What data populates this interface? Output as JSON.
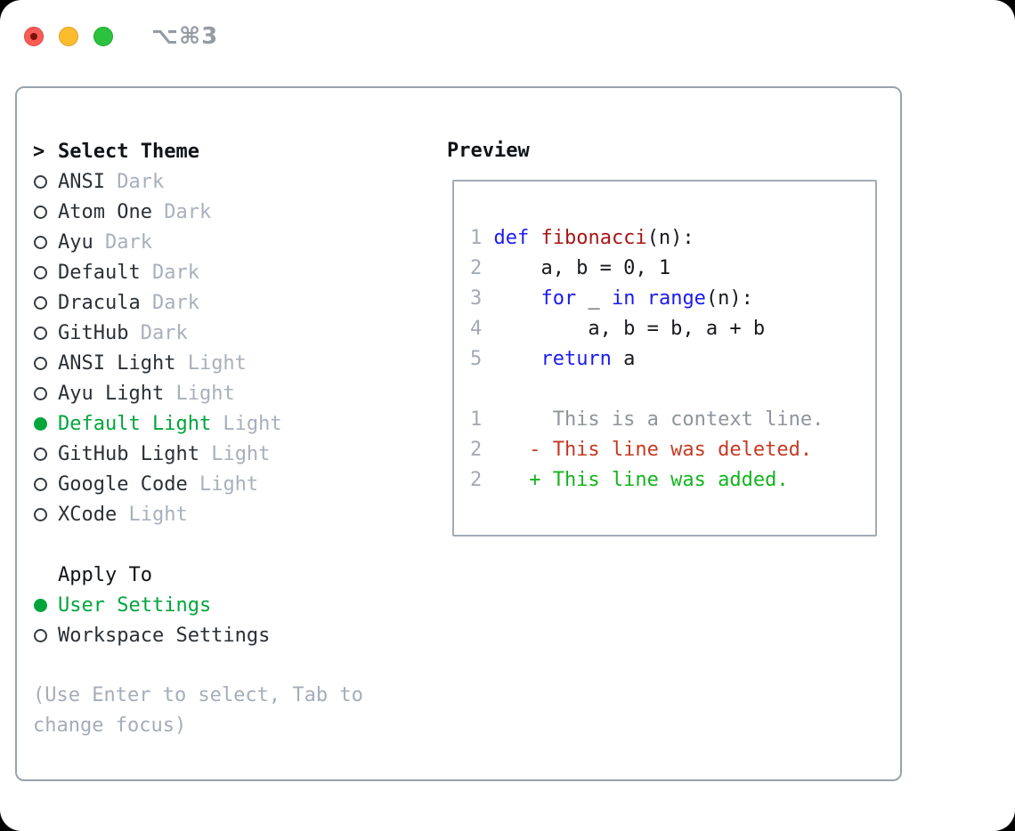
{
  "window": {
    "title": "⌥⌘3",
    "traffic_lights": {
      "close": "close-button",
      "minimize": "minimize-button",
      "zoom": "zoom-button"
    }
  },
  "theme_selector": {
    "pointer": ">",
    "header": "Select Theme",
    "items": [
      {
        "name": "ANSI",
        "variant": "Dark",
        "selected": false
      },
      {
        "name": "Atom One",
        "variant": "Dark",
        "selected": false
      },
      {
        "name": "Ayu",
        "variant": "Dark",
        "selected": false
      },
      {
        "name": "Default",
        "variant": "Dark",
        "selected": false
      },
      {
        "name": "Dracula",
        "variant": "Dark",
        "selected": false
      },
      {
        "name": "GitHub",
        "variant": "Dark",
        "selected": false
      },
      {
        "name": "ANSI Light",
        "variant": "Light",
        "selected": false
      },
      {
        "name": "Ayu Light",
        "variant": "Light",
        "selected": false
      },
      {
        "name": "Default Light",
        "variant": "Light",
        "selected": true
      },
      {
        "name": "GitHub Light",
        "variant": "Light",
        "selected": false
      },
      {
        "name": "Google Code",
        "variant": "Light",
        "selected": false
      },
      {
        "name": "XCode",
        "variant": "Light",
        "selected": false
      }
    ]
  },
  "apply_to": {
    "header": "Apply To",
    "options": [
      {
        "name": "User Settings",
        "selected": true
      },
      {
        "name": "Workspace Settings",
        "selected": false
      }
    ]
  },
  "hint": "(Use Enter to select, Tab to change focus)",
  "preview": {
    "header": "Preview",
    "code_lines": [
      {
        "num": "1",
        "tokens": [
          {
            "t": "def",
            "c": "keyword"
          },
          {
            "t": " ",
            "c": "plain"
          },
          {
            "t": "fibonacci",
            "c": "function"
          },
          {
            "t": "(n):",
            "c": "plain"
          }
        ]
      },
      {
        "num": "2",
        "tokens": [
          {
            "t": "    a, b = 0, 1",
            "c": "plain"
          }
        ]
      },
      {
        "num": "3",
        "tokens": [
          {
            "t": "    ",
            "c": "plain"
          },
          {
            "t": "for",
            "c": "keyword"
          },
          {
            "t": " _ ",
            "c": "plain"
          },
          {
            "t": "in",
            "c": "keyword"
          },
          {
            "t": " ",
            "c": "plain"
          },
          {
            "t": "range",
            "c": "keyword"
          },
          {
            "t": "(n):",
            "c": "plain"
          }
        ]
      },
      {
        "num": "4",
        "tokens": [
          {
            "t": "        a, b = b, a + b",
            "c": "plain"
          }
        ]
      },
      {
        "num": "5",
        "tokens": [
          {
            "t": "    ",
            "c": "plain"
          },
          {
            "t": "return",
            "c": "keyword"
          },
          {
            "t": " a",
            "c": "plain"
          }
        ]
      }
    ],
    "diff_lines": [
      {
        "num": "1",
        "type": "context",
        "text": "     This is a context line."
      },
      {
        "num": "2",
        "type": "deleted",
        "text": "   - This line was deleted."
      },
      {
        "num": "2",
        "type": "added",
        "text": "   + This line was added."
      }
    ]
  },
  "colors": {
    "selection_green": "#00a53c",
    "keyword_blue": "#1b1bf0",
    "function_red": "#a91616",
    "diff_deleted_red": "#c53a23",
    "diff_added_green": "#13b41e",
    "dim_gray": "#a8b0bc",
    "line_number_gray": "#a2aab4",
    "panel_border_gray": "#99a2ae"
  }
}
